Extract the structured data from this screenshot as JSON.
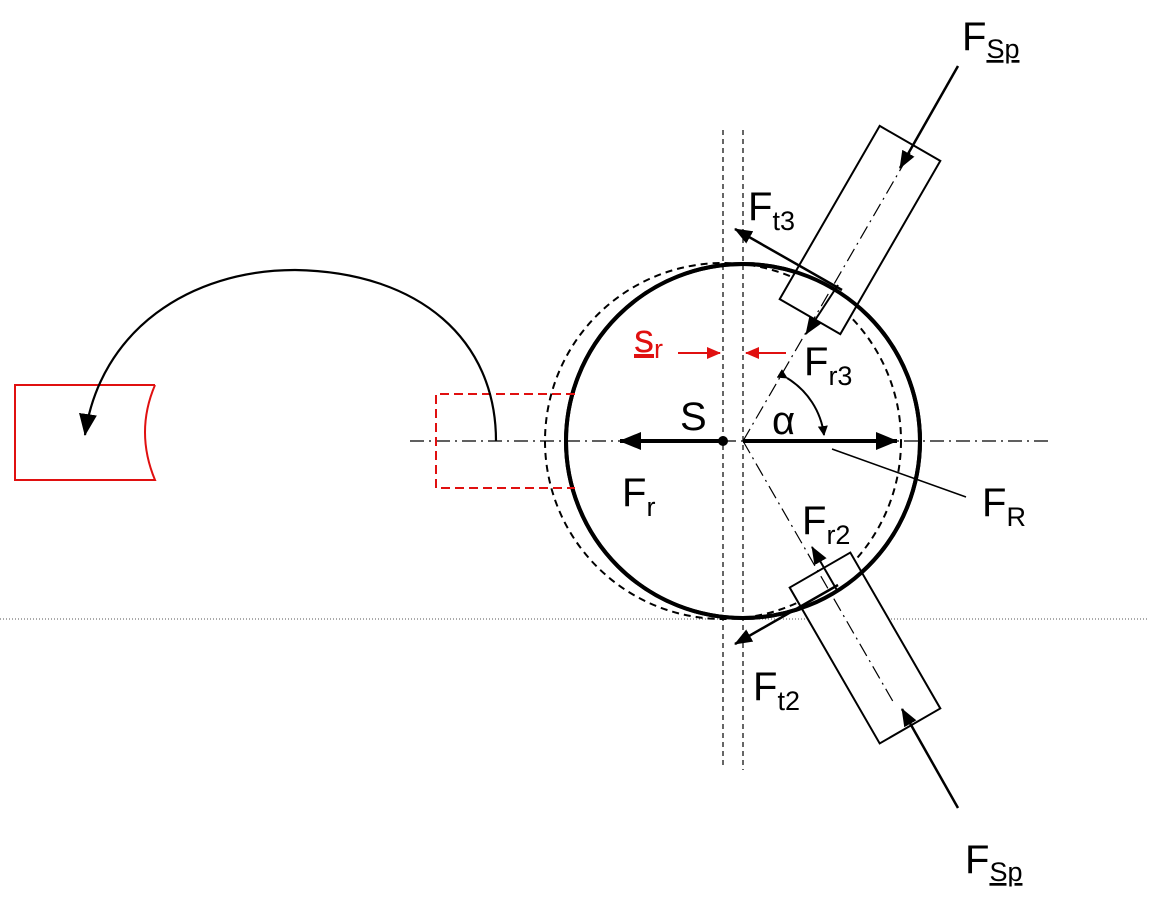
{
  "labels": {
    "f_sp_top": {
      "main": "F",
      "sub": "Sp"
    },
    "f_sp_bottom": {
      "main": "F",
      "sub": "Sp"
    },
    "f_t3": {
      "main": "F",
      "sub": "t3"
    },
    "f_t2": {
      "main": "F",
      "sub": "t2"
    },
    "f_r3": {
      "main": "F",
      "sub": "r3"
    },
    "f_r2": {
      "main": "F",
      "sub": "r2"
    },
    "f_r": {
      "main": "F",
      "sub": "r"
    },
    "f_R": {
      "main": "F",
      "sub": "R"
    },
    "s_r": {
      "main": "s",
      "sub": "r"
    },
    "s": "S",
    "alpha": "α"
  },
  "colors": {
    "stroke": "#000000",
    "accent": "#e01010"
  }
}
